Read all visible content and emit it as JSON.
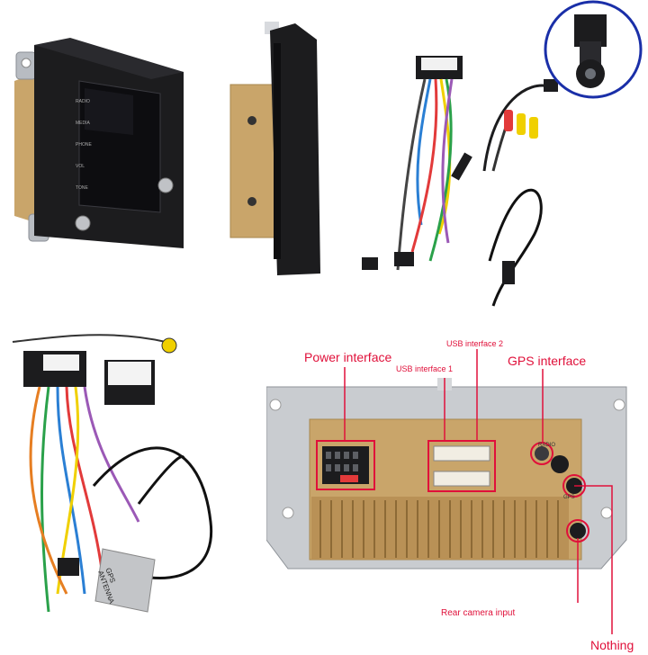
{
  "device_front": {
    "buttons": [
      "RADIO",
      "MEDIA",
      "PHONE",
      "VOL",
      "TONE"
    ]
  },
  "callouts": {
    "power_interface": "Power interface",
    "usb_interface_1": "USB interface 1",
    "usb_interface_2": "USB interface 2",
    "gps_interface": "GPS interface",
    "rear_camera_input": "Rear camera input",
    "nothing": "Nothing"
  },
  "gps_antenna": {
    "label_line1": "GPS",
    "label_line2": "ANTENNA"
  },
  "back_panel": {
    "port_labels": [
      "RADIO",
      "GPS"
    ]
  },
  "colors": {
    "callout_red": "#e0103a",
    "device_black": "#1c1c1e",
    "bracket_gold": "#c9a56a",
    "chassis_silver": "#c9ccd0"
  }
}
